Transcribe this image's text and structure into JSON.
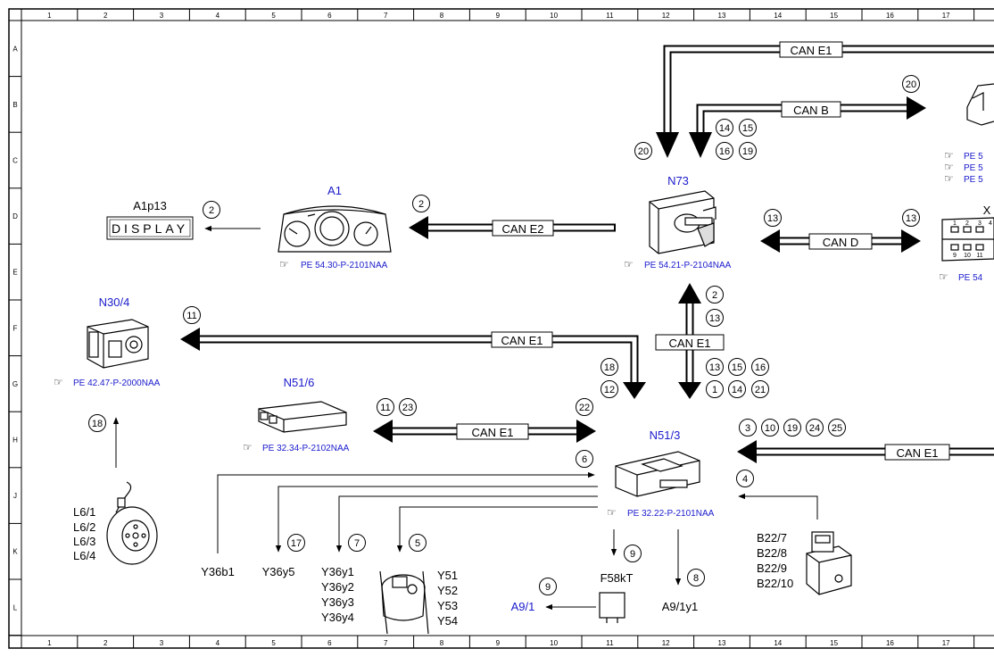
{
  "grid": {
    "columns": [
      "1",
      "2",
      "3",
      "4",
      "5",
      "6",
      "7",
      "8",
      "9",
      "10",
      "11",
      "12",
      "13",
      "14",
      "15",
      "16",
      "17"
    ],
    "rows": [
      "A",
      "B",
      "C",
      "D",
      "E",
      "F",
      "G",
      "H",
      "J",
      "K",
      "L"
    ]
  },
  "bus_labels": {
    "top_e1": "CAN E1",
    "can_b": "CAN B",
    "can_e2": "CAN E2",
    "can_d": "CAN D",
    "n73_e1": "CAN E1",
    "n30_e1": "CAN E1",
    "n51_6_e1": "CAN E1",
    "right_e1": "CAN E1"
  },
  "components": {
    "a1p13": "A1p13",
    "display_text": "DISPLAY",
    "a1": "A1",
    "n73": "N73",
    "n30_4": "N30/4",
    "n51_6": "N51/6",
    "n51_3": "N51/3",
    "f58kt": "F58kT",
    "a9_1": "A9/1",
    "a9_1y1": "A9/1y1",
    "y36b1": "Y36b1",
    "y36y5": "Y36y5",
    "y36y_group": [
      "Y36y1",
      "Y36y2",
      "Y36y3",
      "Y36y4"
    ],
    "y5x_group": [
      "Y51",
      "Y52",
      "Y53",
      "Y54"
    ],
    "l6_group": [
      "L6/1",
      "L6/2",
      "L6/3",
      "L6/4"
    ],
    "b22_group": [
      "B22/7",
      "B22/8",
      "B22/9",
      "B22/10"
    ],
    "x_cut": "X"
  },
  "references": {
    "a1": "PE 54.30-P-2101NAA",
    "n73": "PE 54.21-P-2104NAA",
    "n30_4": "PE 42.47-P-2000NAA",
    "n51_6": "PE 32.34-P-2102NAA",
    "n51_3": "PE 32.22-P-2101NAA",
    "right_1": "PE 5",
    "right_2": "PE 5",
    "right_3": "PE 5",
    "right_4": "PE 54"
  },
  "ref_icon": "pointing-hand-icon",
  "obd_pins_top": [
    "1",
    "2",
    "3",
    "4"
  ],
  "obd_pins_bottom": [
    "9",
    "10",
    "11"
  ],
  "badges": [
    {
      "id": "b-2-a1p13",
      "label": "2"
    },
    {
      "id": "b-2-cane2",
      "label": "2"
    },
    {
      "id": "b-20-can-b",
      "label": "20"
    },
    {
      "id": "b-20-top",
      "label": "20"
    },
    {
      "id": "b-14",
      "label": "14"
    },
    {
      "id": "b-15",
      "label": "15"
    },
    {
      "id": "b-16",
      "label": "16"
    },
    {
      "id": "b-19",
      "label": "19"
    },
    {
      "id": "b-13-cand-l",
      "label": "13"
    },
    {
      "id": "b-13-cand-r",
      "label": "13"
    },
    {
      "id": "b-11-n30",
      "label": "11"
    },
    {
      "id": "b-2-n73",
      "label": "2"
    },
    {
      "id": "b-13-n73",
      "label": "13"
    },
    {
      "id": "b-18-n51",
      "label": "18"
    },
    {
      "id": "b-12-n51",
      "label": "12"
    },
    {
      "id": "b-13-g",
      "label": "13"
    },
    {
      "id": "b-15-g",
      "label": "15"
    },
    {
      "id": "b-16-g",
      "label": "16"
    },
    {
      "id": "b-1-g",
      "label": "1"
    },
    {
      "id": "b-14-g",
      "label": "14"
    },
    {
      "id": "b-21-g",
      "label": "21"
    },
    {
      "id": "b-18-l6",
      "label": "18"
    },
    {
      "id": "b-11-n516",
      "label": "11"
    },
    {
      "id": "b-23-n516",
      "label": "23"
    },
    {
      "id": "b-22-n516",
      "label": "22"
    },
    {
      "id": "b-3-h",
      "label": "3"
    },
    {
      "id": "b-10-h",
      "label": "10"
    },
    {
      "id": "b-19-h",
      "label": "19"
    },
    {
      "id": "b-24-h",
      "label": "24"
    },
    {
      "id": "b-25-h",
      "label": "25"
    },
    {
      "id": "b-4-b22",
      "label": "4"
    },
    {
      "id": "b-6-y36b1",
      "label": "6"
    },
    {
      "id": "b-17-y36y5",
      "label": "17"
    },
    {
      "id": "b-7-y36y",
      "label": "7"
    },
    {
      "id": "b-5-y5x",
      "label": "5"
    },
    {
      "id": "b-9-f58",
      "label": "9"
    },
    {
      "id": "b-8-a91y1",
      "label": "8"
    },
    {
      "id": "b-9-a91",
      "label": "9"
    }
  ]
}
